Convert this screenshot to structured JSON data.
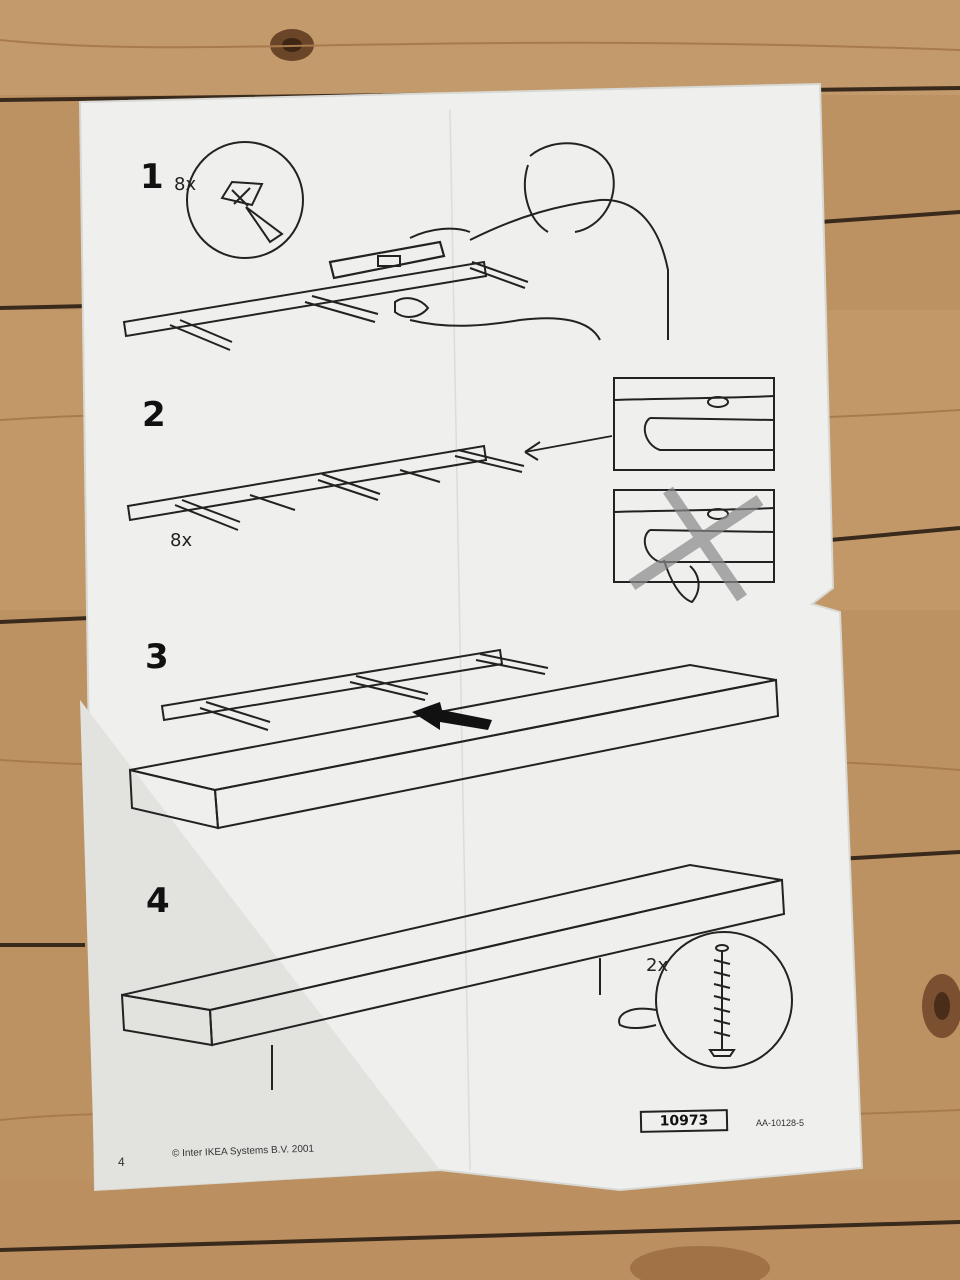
{
  "document": {
    "steps": [
      {
        "number": "1",
        "quantity": "8x"
      },
      {
        "number": "2",
        "quantity": "8x"
      },
      {
        "number": "3"
      },
      {
        "number": "4",
        "quantity": "2x"
      }
    ],
    "footer": {
      "page_number": "4",
      "copyright": "© Inter IKEA Systems B.V. 2001",
      "article_number": "10973",
      "document_code": "AA-10128-5"
    }
  }
}
